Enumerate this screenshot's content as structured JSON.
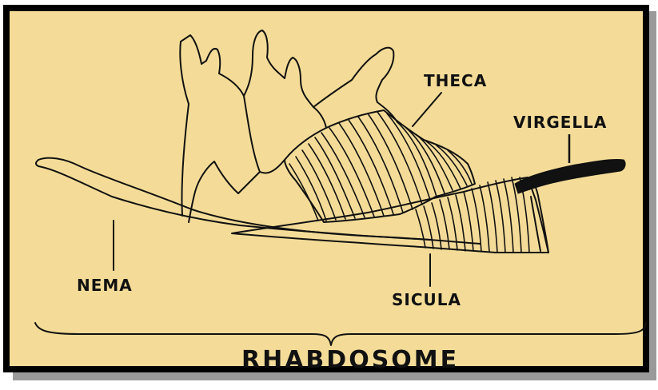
{
  "labels": {
    "theca": "THECA",
    "virgella": "VIRGELLA",
    "nema": "NEMA",
    "sicula": "SICULA",
    "rhabdosome": "RHABDOSOME"
  },
  "colors": {
    "background": "#f4dc98",
    "frame": "#000000",
    "ink": "#111111",
    "shadow": "#9a9a9a"
  }
}
